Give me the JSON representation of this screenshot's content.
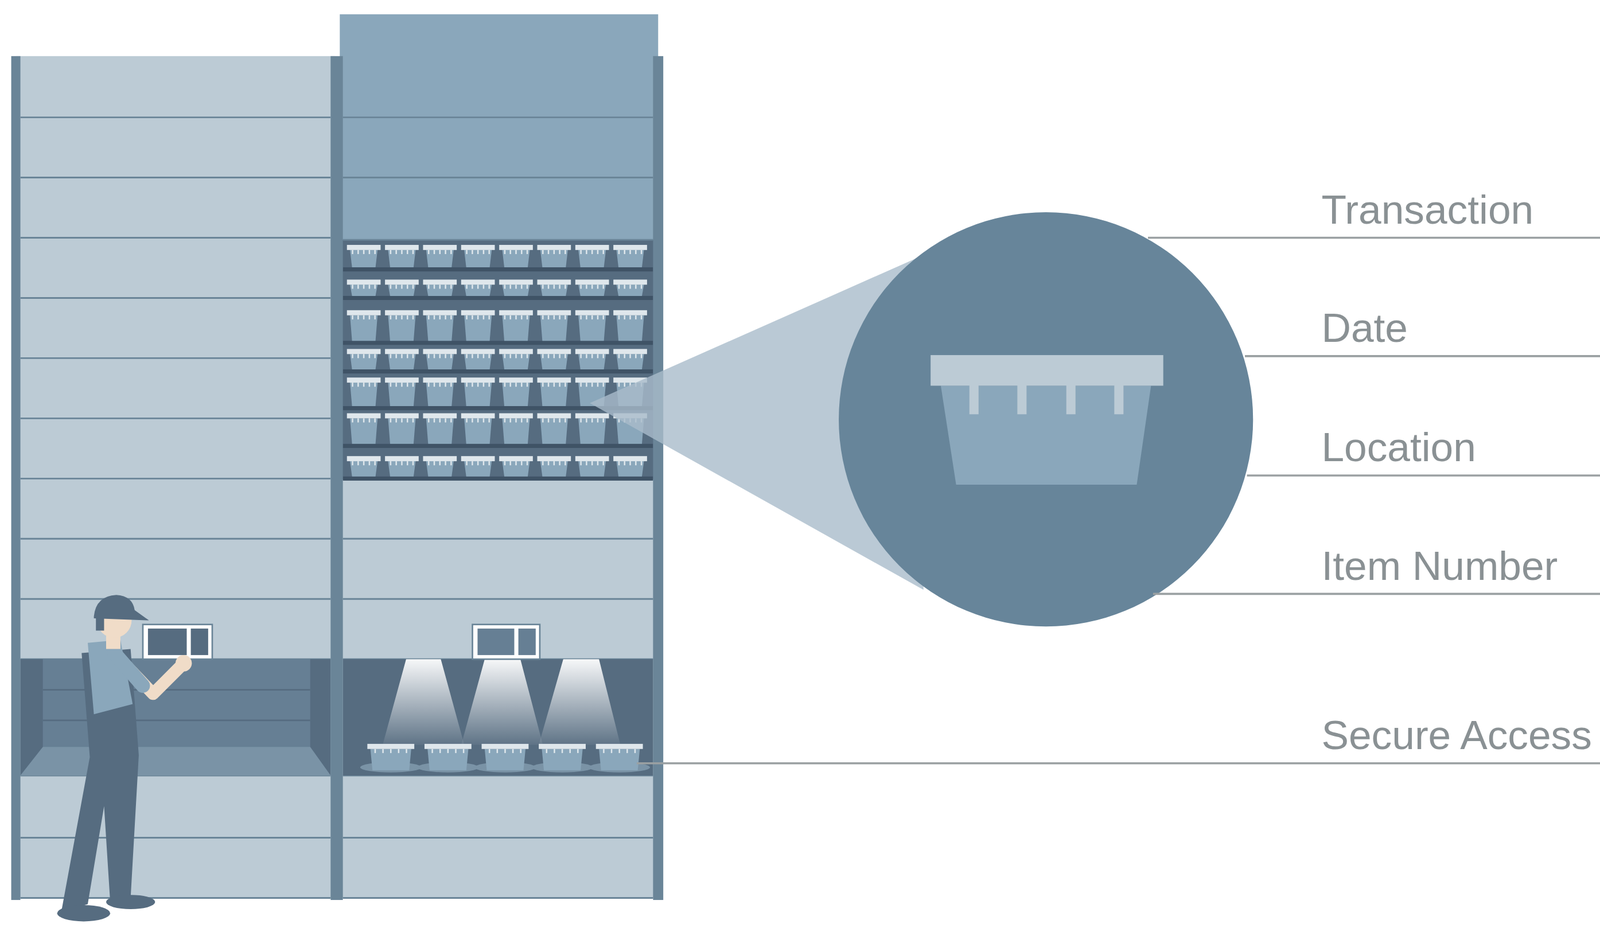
{
  "diagram": {
    "labels": [
      "Transaction",
      "Date",
      "Location",
      "Item Number",
      "Secure Access"
    ]
  }
}
